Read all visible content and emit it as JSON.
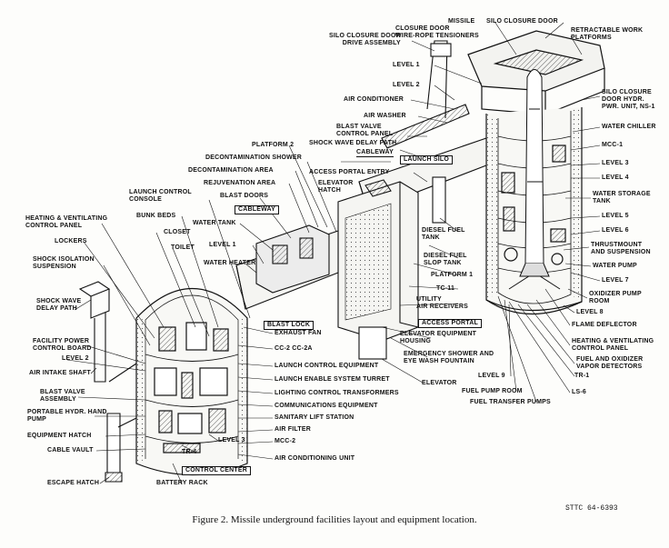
{
  "figure": {
    "caption": "Figure 2. Missile underground facilities layout and equipment location.",
    "code": "STTC 64-6393"
  },
  "labels": {
    "missile": "MISSILE",
    "silo_closure_door": "SILO CLOSURE DOOR",
    "retractable_platforms_1": "RETRACTABLE WORK",
    "retractable_platforms_2": "PLATFORMS",
    "silo_door_drive_1": "SILO CLOSURE DOOR",
    "silo_door_drive_2": "DRIVE ASSEMBLY",
    "closure_tensioners_1": "CLOSURE DOOR",
    "closure_tensioners_2": "WIRE-ROPE TENSIONERS",
    "level1_top": "LEVEL 1",
    "level2_top": "LEVEL 2",
    "air_conditioner": "AIR CONDITIONER",
    "air_washer": "AIR WASHER",
    "blast_valve_panel_1": "BLAST VALVE",
    "blast_valve_panel_2": "CONTROL PANEL",
    "shock_wave_delay_top": "SHOCK WAVE DELAY PATH",
    "cableway_top": "CABLEWAY",
    "launch_silo": "LAUNCH SILO",
    "access_portal_entry": "ACCESS PORTAL ENTRY",
    "platform2": "PLATFORM 2",
    "decon_shower": "DECONTAMINATION SHOWER",
    "decon_area": "DECONTAMINATION AREA",
    "rejuvenation": "REJUVENATION AREA",
    "blast_doors": "BLAST DOORS",
    "cableway_mid": "CABLEWAY",
    "elevator_hatch_1": "ELEVATOR",
    "elevator_hatch_2": "HATCH",
    "water_tank": "WATER TANK",
    "launch_console_1": "LAUNCH CONTROL",
    "launch_console_2": "CONSOLE",
    "bunk_beds": "BUNK BEDS",
    "closet": "CLOSET",
    "toilet": "TOILET",
    "heating_panel_l_1": "HEATING & VENTILATING",
    "heating_panel_l_2": "CONTROL PANEL",
    "lockers": "LOCKERS",
    "level1_mid": "LEVEL 1",
    "water_heater": "WATER HEATER",
    "shock_isolation_1": "SHOCK ISOLATION",
    "shock_isolation_2": "SUSPENSION",
    "shock_wave_left_1": "SHOCK WAVE",
    "shock_wave_left_2": "DELAY PATH",
    "blast_lock": "BLAST LOCK",
    "facility_power_1": "FACILITY POWER",
    "facility_power_2": "CONTROL BOARD",
    "level2_left": "LEVEL 2",
    "air_intake": "AIR INTAKE SHAFT",
    "blast_valve_assy_1": "BLAST VALVE",
    "blast_valve_assy_2": "ASSEMBLY",
    "portable_pump_1": "PORTABLE HYDR. HAND",
    "portable_pump_2": "PUMP",
    "equipment_hatch": "EQUIPMENT HATCH",
    "cable_vault": "CABLE VAULT",
    "escape_hatch": "ESCAPE HATCH",
    "tr4": "TR-4",
    "level3_left": "LEVEL 3",
    "battery_rack": "BATTERY RACK",
    "control_center": "CONTROL CENTER",
    "exhaust_fan": "EXHAUST FAN",
    "cc2": "CC-2  CC-2A",
    "launch_control_equip": "LAUNCH CONTROL EQUIPMENT",
    "launch_enable": "LAUNCH ENABLE SYSTEM TURRET",
    "lighting_transformers": "LIGHTING CONTROL TRANSFORMERS",
    "communications": "COMMUNICATIONS EQUIPMENT",
    "sanitary_lift": "SANITARY LIFT STATION",
    "air_filter": "AIR FILTER",
    "mcc2": "MCC-2",
    "air_conditioning_unit": "AIR CONDITIONING UNIT",
    "diesel_fuel_tank_1": "DIESEL FUEL",
    "diesel_fuel_tank_2": "TANK",
    "diesel_slop_1": "DIESEL FUEL",
    "diesel_slop_2": "SLOP TANK",
    "platform1": "PLATFORM 1",
    "tc11": "TC-11",
    "utility_receivers_1": "UTILITY",
    "utility_receivers_2": "AIR RECEIVERS",
    "access_portal": "ACCESS PORTAL",
    "elevator_housing_1": "ELEVATOR EQUIPMENT",
    "elevator_housing_2": "HOUSING",
    "emergency_shower_1": "EMERGENCY SHOWER AND",
    "emergency_shower_2": "EYE WASH FOUNTAIN",
    "elevator": "ELEVATOR",
    "level9": "LEVEL 9",
    "fuel_pump_room": "FUEL PUMP ROOM",
    "fuel_transfer": "FUEL TRANSFER PUMPS",
    "silo_hydr_1": "SILO CLOSURE",
    "silo_hydr_2": "DOOR HYDR.",
    "silo_hydr_3": "PWR. UNIT, NS-1",
    "water_chiller": "WATER CHILLER",
    "mcc1": "MCC-1",
    "level3_right": "LEVEL 3",
    "level4": "LEVEL 4",
    "water_storage_1": "WATER STORAGE",
    "water_storage_2": "TANK",
    "level5": "LEVEL 5",
    "level6": "LEVEL 6",
    "thrustmount_1": "THRUSTMOUNT",
    "thrustmount_2": "AND SUSPENSION",
    "water_pump": "WATER PUMP",
    "level7": "LEVEL 7",
    "oxidizer_room_1": "OXIDIZER PUMP",
    "oxidizer_room_2": "ROOM",
    "level8": "LEVEL 8",
    "flame_deflector": "FLAME DEFLECTOR",
    "heating_panel_r_1": "HEATING & VENTILATING",
    "heating_panel_r_2": "CONTROL PANEL",
    "fuel_detectors_1": "FUEL AND OXIDIZER",
    "fuel_detectors_2": "VAPOR DETECTORS",
    "tr1": "TR-1",
    "ls6": "LS-6"
  }
}
